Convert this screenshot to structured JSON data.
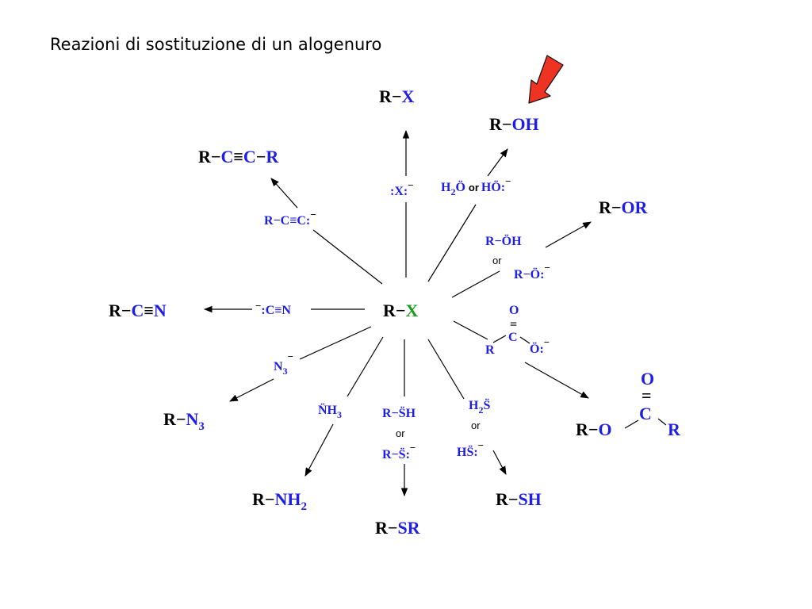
{
  "title": "Reazioni di sostituzione di un alogenuro",
  "center": {
    "r": "R",
    "dash": "−",
    "x": "X"
  },
  "products": {
    "rx": {
      "r": "R",
      "dash": "−",
      "g": "X"
    },
    "roh": {
      "r": "R",
      "dash": "−",
      "g": "OH"
    },
    "alkyne": {
      "r": "R",
      "dash": "−",
      "c1": "C",
      "bond": "≡",
      "c2": "C",
      "dash2": "−",
      "r2": "R"
    },
    "ror": {
      "r": "R",
      "dash": "−",
      "g": "OR"
    },
    "nitrile": {
      "r": "R",
      "dash": "−",
      "c": "C",
      "bond": "≡",
      "n": "N"
    },
    "azide": {
      "r": "R",
      "dash": "−",
      "g": "N",
      "sub": "3"
    },
    "amine": {
      "r": "R",
      "dash": "−",
      "g": "NH",
      "sub": "2"
    },
    "sulfide": {
      "r": "R",
      "dash": "−",
      "g": "SR"
    },
    "thiol": {
      "r": "R",
      "dash": "−",
      "g": "SH"
    },
    "ester": {
      "r": "R",
      "dash": "−",
      "o": "O",
      "c": "C",
      "co": "O",
      "dbl": "=",
      "r2": "R"
    }
  },
  "reagents": {
    "halide": {
      "text": ":X:",
      "charge": "−"
    },
    "water": {
      "h": "H",
      "sub": "2",
      "o": "Ö",
      "or": "or",
      "ho": "HÖ:",
      "charge": "−"
    },
    "acetylide": {
      "text": "R−C≡C:",
      "charge": "−"
    },
    "alcohol": {
      "roh": "R−ÖH",
      "or": "or",
      "ro": "R−Ö:",
      "charge": "−"
    },
    "cyanide": {
      "charge": "−",
      "text": ":C≡N"
    },
    "carboxylate": {
      "o": "O",
      "dbl": "=",
      "r": "R",
      "c": "C",
      "o2": "Ö:",
      "charge": "−"
    },
    "azide": {
      "n": "N",
      "sub": "3",
      "charge": "−"
    },
    "ammonia": {
      "n": "N̈H",
      "sub": "3"
    },
    "hydrosulfide_r": {
      "rsh": "R−S̈H",
      "or": "or",
      "rs": "R−S̈:",
      "charge": "−"
    },
    "h2s": {
      "h": "H",
      "sub": "2",
      "s": "S̈",
      "or": "or",
      "hs": "HS̈:",
      "charge": "−"
    }
  },
  "colors": {
    "black": "#000000",
    "blue": "#1e1ee6",
    "green": "#1a9a1a",
    "arrow": "#ee3322"
  }
}
